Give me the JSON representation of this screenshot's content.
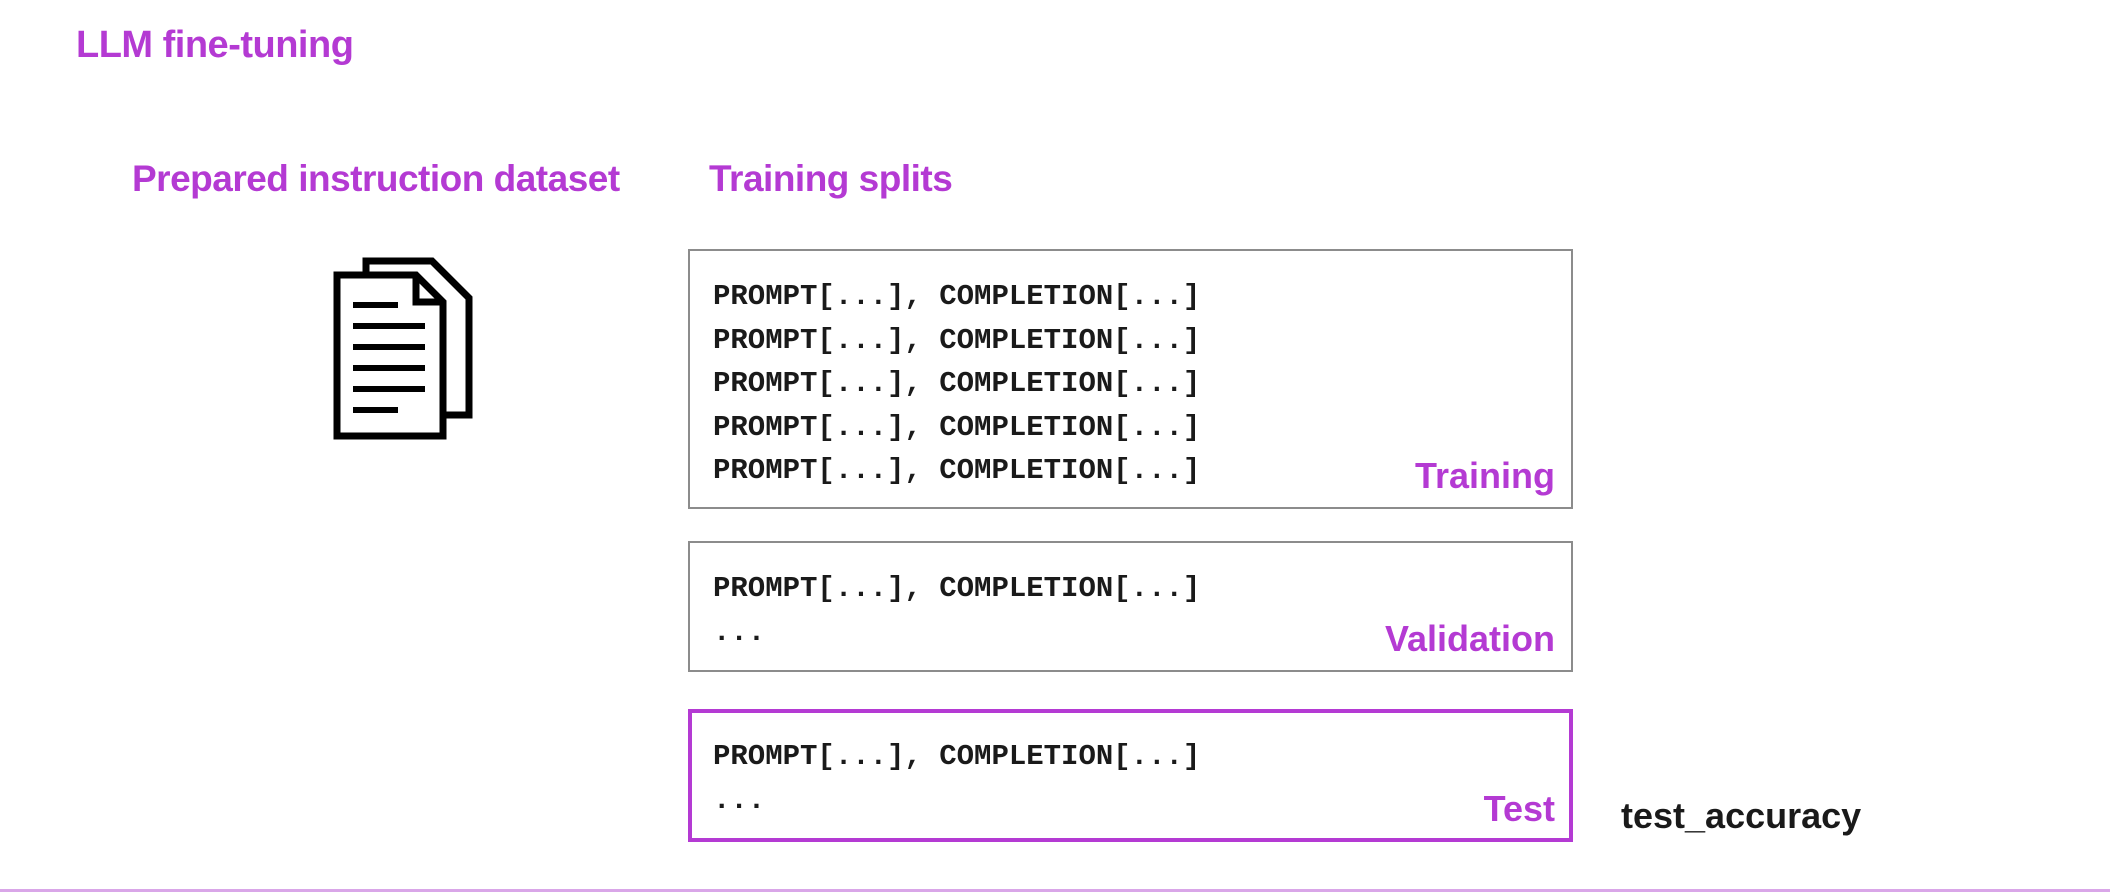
{
  "title": "LLM fine-tuning",
  "dataset_heading": "Prepared instruction dataset",
  "splits_heading": "Training splits",
  "dataset_icon": "document-stack-icon",
  "accent_color": "#b43ad3",
  "line_text": "PROMPT[...], COMPLETION[...]",
  "ellipsis_text": "...",
  "splits": {
    "training": {
      "label": "Training",
      "lines": [
        "PROMPT[...], COMPLETION[...]",
        "PROMPT[...], COMPLETION[...]",
        "PROMPT[...], COMPLETION[...]",
        "PROMPT[...], COMPLETION[...]",
        "PROMPT[...], COMPLETION[...]"
      ]
    },
    "validation": {
      "label": "Validation",
      "lines": [
        "PROMPT[...], COMPLETION[...]",
        "..."
      ]
    },
    "test": {
      "label": "Test",
      "lines": [
        "PROMPT[...], COMPLETION[...]",
        "..."
      ]
    }
  },
  "metric": "test_accuracy"
}
